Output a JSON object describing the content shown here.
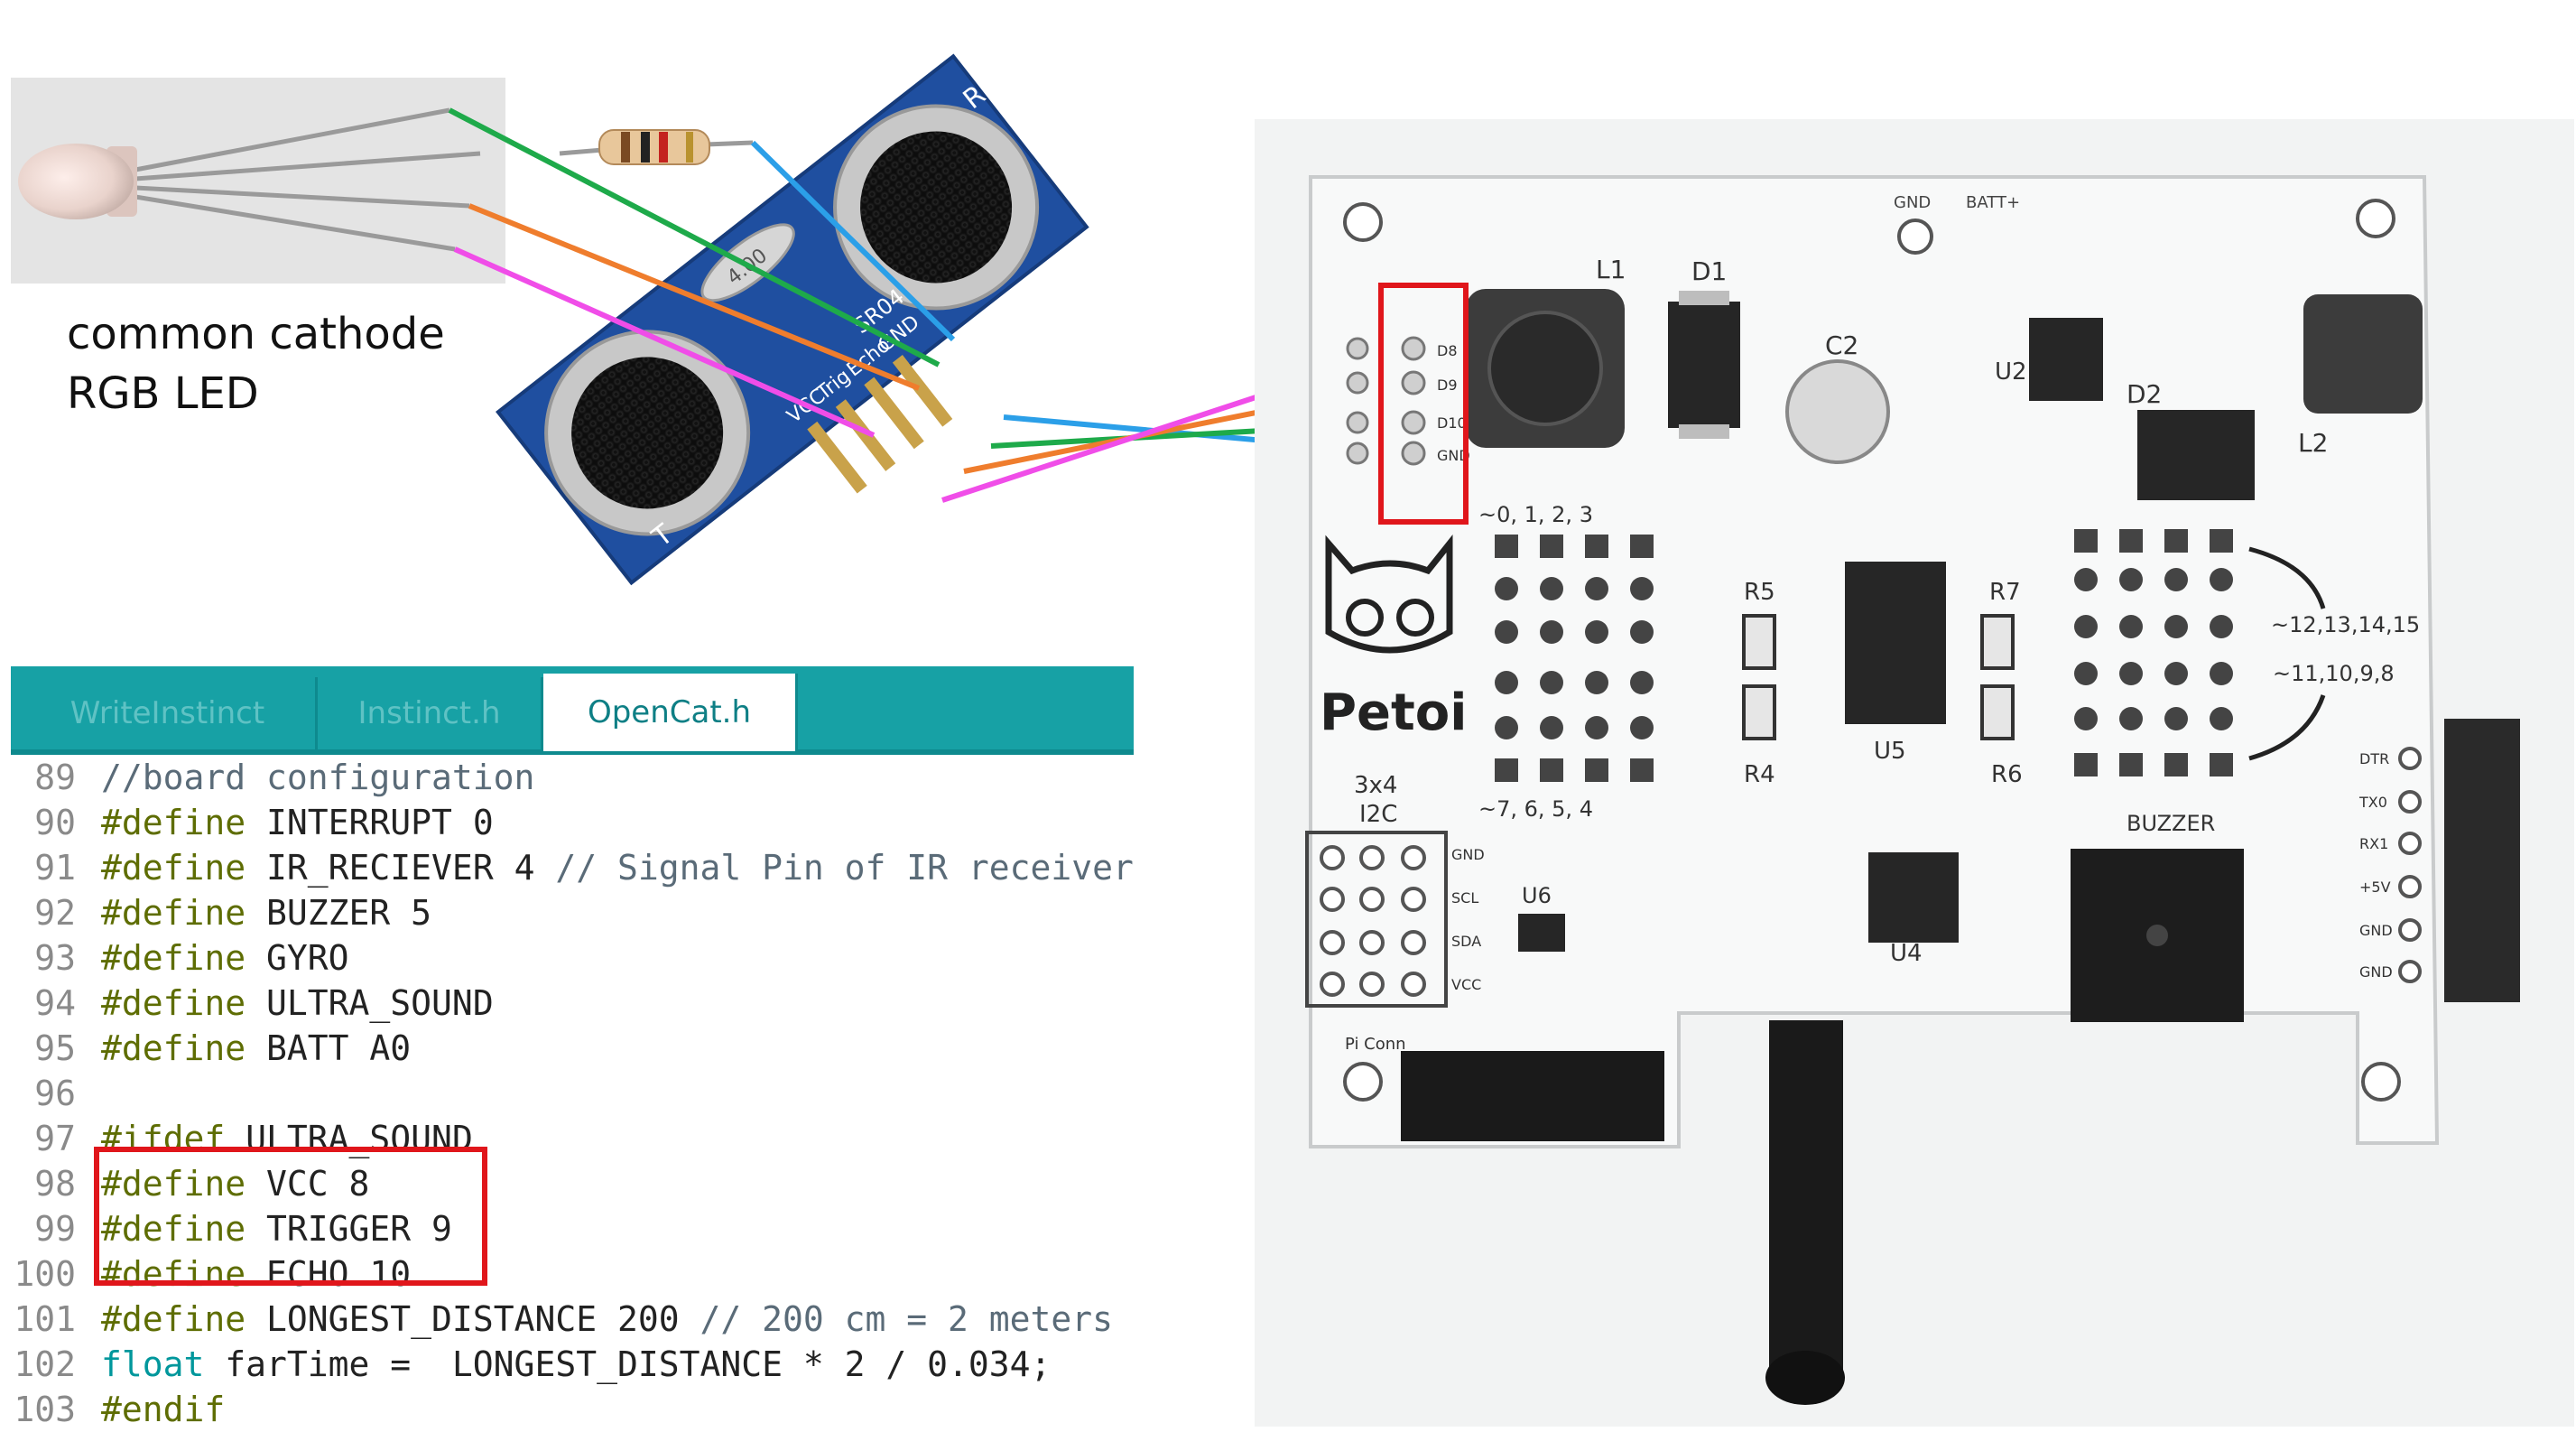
{
  "caption": {
    "line1": "common cathode",
    "line2": "RGB LED"
  },
  "sensor": {
    "labels": [
      "T",
      "R",
      "VCC",
      "Trig",
      "Echo",
      "GND",
      "SR04",
      "4.00"
    ]
  },
  "board": {
    "brand": "Petoi",
    "labels": {
      "gnd_top": "GND",
      "batt": "BATT+",
      "l1": "L1",
      "d1": "D1",
      "c2": "C2",
      "u2": "U2",
      "d2": "D2",
      "l2": "L2",
      "u5": "U5",
      "r4": "R4",
      "r5": "R5",
      "r6": "R6",
      "r7": "R7",
      "u4": "U4",
      "u6": "U6",
      "i2c_a": "3x4",
      "i2c_b": "I2C",
      "buzzer": "BUZZER",
      "pins_top": "~0, 1, 2, 3",
      "pins_bottom": "~7, 6, 5, 4",
      "servo_a": "~12,13,14,15",
      "servo_b": "~11,10,9,8",
      "i2c_gnd": "GND",
      "i2c_scl": "SCL",
      "i2c_sda": "SDA",
      "i2c_vcc": "VCC",
      "serial": [
        "DTR",
        "TX0",
        "RX1",
        "+5V",
        "GND",
        "GND"
      ],
      "header": [
        "D8",
        "D9",
        "D10",
        "GND"
      ],
      "pi": "Pi Conn"
    }
  },
  "colors": {
    "wire_green": "#1eaa4a",
    "wire_orange": "#ef7d2d",
    "wire_magenta": "#f04de8",
    "wire_blue": "#2b9fe8",
    "highlight": "#e0161b",
    "tab_bg": "#17a1a5",
    "sensor_blue": "#1f4fa0",
    "board_white": "#f4f5f5"
  },
  "editor": {
    "tabs": [
      {
        "label": "WriteInstinct",
        "active": false
      },
      {
        "label": "Instinct.h",
        "active": false
      },
      {
        "label": "OpenCat.h",
        "active": true
      }
    ],
    "lines": [
      {
        "n": "89",
        "parts": [
          {
            "c": "cm",
            "t": "//board configuration"
          }
        ]
      },
      {
        "n": "90",
        "parts": [
          {
            "c": "kw",
            "t": "#define"
          },
          {
            "c": "txt",
            "t": " INTERRUPT 0"
          }
        ]
      },
      {
        "n": "91",
        "parts": [
          {
            "c": "kw",
            "t": "#define"
          },
          {
            "c": "txt",
            "t": " IR_RECIEVER 4 "
          },
          {
            "c": "cm",
            "t": "// Signal Pin of IR receiver"
          }
        ]
      },
      {
        "n": "92",
        "parts": [
          {
            "c": "kw",
            "t": "#define"
          },
          {
            "c": "txt",
            "t": " BUZZER 5"
          }
        ]
      },
      {
        "n": "93",
        "parts": [
          {
            "c": "kw",
            "t": "#define"
          },
          {
            "c": "txt",
            "t": " GYRO"
          }
        ]
      },
      {
        "n": "94",
        "parts": [
          {
            "c": "kw",
            "t": "#define"
          },
          {
            "c": "txt",
            "t": " ULTRA_SOUND"
          }
        ]
      },
      {
        "n": "95",
        "parts": [
          {
            "c": "kw",
            "t": "#define"
          },
          {
            "c": "txt",
            "t": " BATT A0"
          }
        ]
      },
      {
        "n": "96",
        "parts": []
      },
      {
        "n": "97",
        "parts": [
          {
            "c": "kw",
            "t": "#ifdef"
          },
          {
            "c": "txt",
            "t": " ULTRA_SOUND"
          }
        ]
      },
      {
        "n": "98",
        "parts": [
          {
            "c": "kw",
            "t": "#define"
          },
          {
            "c": "txt",
            "t": " VCC 8"
          }
        ]
      },
      {
        "n": "99",
        "parts": [
          {
            "c": "kw",
            "t": "#define"
          },
          {
            "c": "txt",
            "t": " TRIGGER 9"
          }
        ]
      },
      {
        "n": "100",
        "parts": [
          {
            "c": "kw",
            "t": "#define"
          },
          {
            "c": "txt",
            "t": " ECHO 10"
          }
        ]
      },
      {
        "n": "101",
        "parts": [
          {
            "c": "kw",
            "t": "#define"
          },
          {
            "c": "txt",
            "t": " LONGEST_DISTANCE 200 "
          },
          {
            "c": "cm",
            "t": "// 200 cm = 2 meters"
          }
        ]
      },
      {
        "n": "102",
        "parts": [
          {
            "c": "ty",
            "t": "float"
          },
          {
            "c": "txt",
            "t": " farTime =  LONGEST_DISTANCE * 2 / 0.034;"
          }
        ]
      },
      {
        "n": "103",
        "parts": [
          {
            "c": "kw",
            "t": "#endif"
          }
        ]
      }
    ]
  }
}
